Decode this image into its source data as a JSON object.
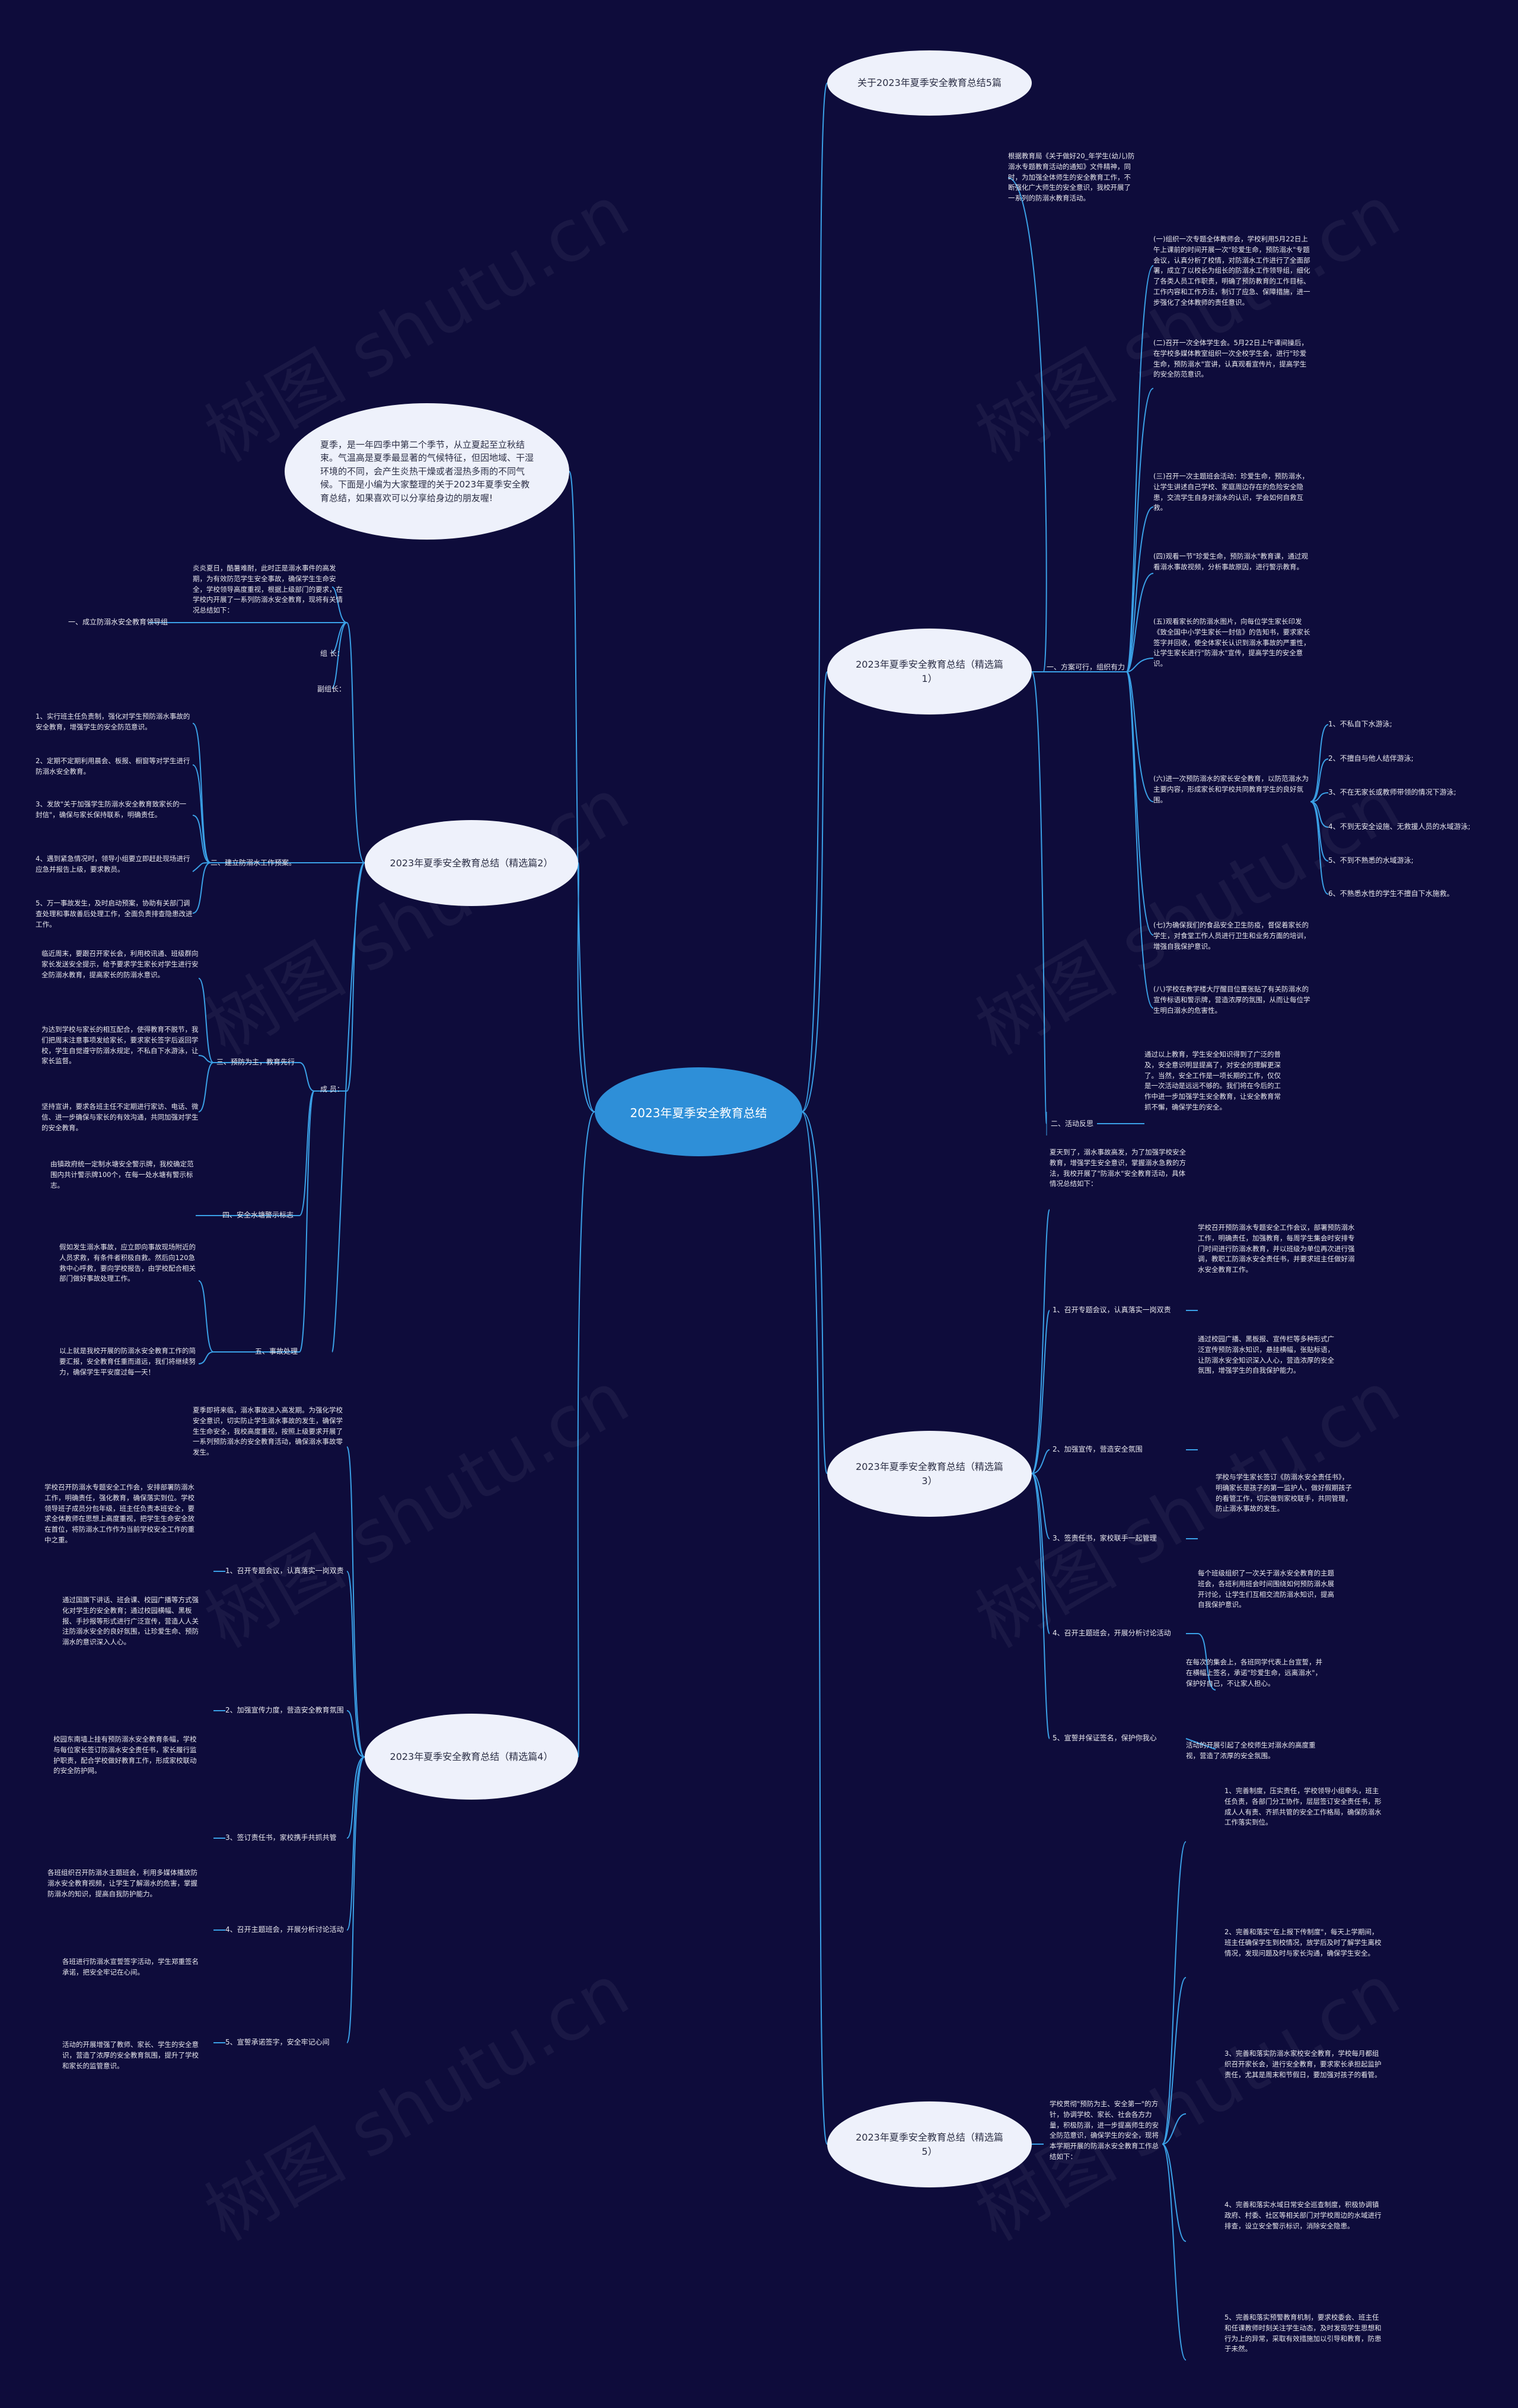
{
  "center": "2023年夏季安全教育总结",
  "intro": "夏季，是一年四季中第二个季节，从立夏起至立秋结束。气温高是夏季最显著的气候特征，但因地域、干湿环境的不同，会产生炎热干燥或者湿热多雨的不同气候。下面是小编为大家整理的关于2023年夏季安全教育总结，如果喜欢可以分享给身边的朋友喔!",
  "branches": {
    "b1": "关于2023年夏季安全教育总结5篇",
    "b2": "2023年夏季安全教育总结（精选篇1）",
    "b3": "2023年夏季安全教育总结（精选篇3）",
    "b4": "2023年夏季安全教育总结（精选篇5）",
    "b5": "2023年夏季安全教育总结（精选篇2）",
    "b6": "2023年夏季安全教育总结（精选篇4）"
  },
  "p1": {
    "intro": "根据教育局《关于做好20_年学生(幼儿)防溺水专题教育活动的通知》文件精神，同时，为加强全体师生的安全教育工作，不断强化广大师生的安全意识，我校开展了一系列的防溺水教育活动。",
    "sec1": "一、方案可行，组织有力",
    "sec2": "二、活动反思",
    "items": [
      "(一)组织一次专题全体教师会，学校利用5月22日上午上课前的时间开展一次\"珍爱生命，预防溺水\"专题会议，认真分析了校情，对防溺水工作进行了全面部署，成立了以校长为组长的防溺水工作领导组，细化了各类人员工作职责，明确了预防教育的工作目标、工作内容和工作方法，制订了应急、保障措施，进一步强化了全体教师的责任意识。",
      "(二)召开一次全体学生会。5月22日上午课间操后，在学校多媒体教室组织一次全校学生会，进行\"珍爱生命，预防溺水\"宣讲，认真观看宣传片，提高学生的安全防范意识。",
      "(三)召开一次主题班会活动：珍爱生命，预防溺水，让学生讲述自己学校、家庭周边存在的危险安全隐患，交流学生自身对溺水的认识，学会如何自救互救。",
      "(四)观看一节\"珍爱生命，预防溺水\"教育课，通过观看溺水事故视频，分析事故原因，进行警示教育。",
      "(五)观看家长的防溺水图片，向每位学生家长印发《致全国中小学生家长一封信》的告知书，要求家长签字并回收，使全体家长认识到溺水事故的严重性，让学生家长进行\"防溺水\"宣传，提高学生的安全意识。",
      "(六)进一次预防溺水的家长安全教育，以防范溺水为主要内容，形成家长和学校共同教育学生的良好氛围。",
      "(七)为确保我们的食品安全卫生防疫，督促着家长的学生，对食堂工作人员进行卫生和业务方面的培训，增强自我保护意识。",
      "(八)学校在教学楼大厅醒目位置张贴了有关防溺水的宣传标语和警示牌，营造浓厚的氛围，从而让每位学生明白溺水的危害性。"
    ],
    "sub": [
      "1、不私自下水游泳;",
      "2、不擅自与他人结伴游泳;",
      "3、不在无家长或教师带领的情况下游泳;",
      "4、不到无安全设施、无救援人员的水域游泳;",
      "5、不到不熟悉的水域游泳;",
      "6、不熟悉水性的学生不擅自下水施救。"
    ],
    "reflect": "通过以上教育，学生安全知识得到了广泛的普及，安全意识明显提高了，对安全的理解更深了。当然，安全工作是一项长期的工作，仅仅是一次活动是远远不够的。我们将在今后的工作中进一步加强学生安全教育，让安全教育常抓不懈，确保学生的安全。"
  },
  "p2": {
    "intro": "炎炎夏日，酷暑难耐，此时正是溺水事件的高发期，为有效防范学生安全事故，确保学生生命安全，学校领导高度重视，根据上级部门的要求，在学校内开展了一系列防溺水安全教育，现将有关情况总结如下：",
    "s1": "一、成立防溺水安全教育领导组",
    "leader": "组 长：",
    "deputy": "副组长：",
    "member": "成 员：",
    "s2": "二、建立防溺水工作预案。",
    "s3": "三、预防为主，教育先行",
    "s4": "四、安全水塘警示标志",
    "s5": "五、事故处理",
    "s2items": [
      "1、实行班主任负责制，强化对学生预防溺水事故的安全教育，增强学生的安全防范意识。",
      "2、定期不定期利用晨会、板报、橱窗等对学生进行防溺水安全教育。",
      "3、发放\"关于加强学生防溺水安全教育致家长的一封信\"，确保与家长保持联系，明确责任。",
      "4、遇到紧急情况时，领导小组要立即赶赴现场进行应急并报告上级，要求教员。",
      "5、万一事故发生，及时启动预案，协助有关部门调查处理和事故善后处理工作，全面负责排查隐患改进工作。"
    ],
    "s3items": [
      "临近周末，要跟召开家长会，利用校讯通、班级群向家长发送安全提示，给予要求学生家长对学生进行安全防溺水教育，提高家长的防溺水意识。",
      "为达到学校与家长的相互配合，使得教育不脱节，我们把周末注意事项发给家长，要求家长签字后返回学校，学生自觉遵守防溺水规定，不私自下水游泳，让家长监督。",
      "坚持宣讲，要求各班主任不定期进行家访、电话、微信、进一步确保与家长的有效沟通，共同加强对学生的安全教育。"
    ],
    "s4text": "由镇政府统一定制水塘安全警示牌，我校确定范围内共计警示牌100个，在每一处水塘有警示标志。",
    "s5items": [
      "假如发生溺水事故，应立即向事故现场附近的人员求救，有条件者积极自救。然后向120急救中心呼救，要向学校报告，由学校配合相关部门做好事故处理工作。",
      "以上就是我校开展的防溺水安全教育工作的简要汇报，安全教育任重而道远，我们将继续努力，确保学生平安度过每一天！"
    ]
  },
  "p3": {
    "intro": "夏天到了，溺水事故高发，为了加强学校安全教育，增强学生安全意识，掌握溺水急救的方法，我校开展了\"防溺水\"安全教育活动，具体情况总结如下：",
    "s1": "1、召开专题会议，认真落实一岗双责",
    "s2": "2、加强宣传，营造安全氛围",
    "s3": "3、签责任书，家校联手一起管理",
    "s4": "4、召开主题班会，开展分析讨论活动",
    "s5": "5、宣誓并保证签名，保护你我心",
    "t1": "学校召开预防溺水专题安全工作会议，部署预防溺水工作，明确责任，加强教育，每周学生集会时安排专门时间进行防溺水教育，并以班级为单位再次进行强调，教职工防溺水安全责任书，并要求班主任做好溺水安全教育工作。",
    "t2": "通过校园广播、黑板报、宣传栏等多种形式广泛宣传预防溺水知识，悬挂横幅，张贴标语，让防溺水安全知识深入人心，营造浓厚的安全氛围，增强学生的自我保护能力。",
    "t3": "学校与学生家长签订《防溺水安全责任书》，明确家长是孩子的第一监护人，做好假期孩子的看管工作，切实做到家校联手，共同管理，防止溺水事故的发生。",
    "t4": "每个班级组织了一次关于溺水安全教育的主题班会，各班利用班会时间围绕如何预防溺水展开讨论，让学生们互相交流防溺水知识，提高自我保护意识。",
    "t5": "在每次的集会上，各班同学代表上台宣誓，并在横幅上签名，承诺\"珍爱生命，远离溺水\"，保护好自己，不让家人担心。",
    "t6": "活动的开展引起了全校师生对溺水的高度重视，营造了浓厚的安全氛围。"
  },
  "p4": {
    "intro": "夏季即将来临，溺水事故进入高发期。为强化学校安全意识，切实防止学生溺水事故的发生，确保学生生命安全，我校高度重视，按照上级要求开展了一系列预防溺水的安全教育活动，确保溺水事故零发生。",
    "s1": "1、召开专题会议，认真落实一岗双责",
    "s2": "2、加强宣传力度，营造安全教育氛围",
    "s3": "3、签订责任书，家校携手共抓共管",
    "s4": "4、召开主题班会，开展分析讨论活动",
    "s5": "5、宣誓承诺签字，安全牢记心间",
    "t1": "学校召开防溺水专题安全工作会，安排部署防溺水工作，明确责任，强化教育，确保落实到位。学校领导班子成员分包年级，班主任负责本班安全，要求全体教师在思想上高度重视，把学生生命安全放在首位，将防溺水工作作为当前学校安全工作的重中之重。",
    "t2": "通过国旗下讲话、班会课、校园广播等方式强化对学生的安全教育；通过校园横幅、黑板报、手抄报等形式进行广泛宣传，营造人人关注防溺水安全的良好氛围，让珍爱生命、预防溺水的意识深入人心。",
    "t3": "校园东南墙上挂有预防溺水安全教育条幅，学校与每位家长签订防溺水安全责任书，家长履行监护职责，配合学校做好教育工作，形成家校联动的安全防护网。",
    "t4": "各班组织召开防溺水主题班会，利用多媒体播放防溺水安全教育视频，让学生了解溺水的危害，掌握防溺水的知识，提高自我防护能力。",
    "t5": "各班进行防溺水宣誓签字活动，学生郑重签名承诺，把安全牢记在心间。",
    "t6": "活动的开展增强了教师、家长、学生的安全意识，营造了浓厚的安全教育氛围，提升了学校和家长的监管意识。"
  },
  "p5": {
    "intro": "学校贯彻\"预防为主、安全第一\"的方针，协调学校、家长、社会各方力量，积极防溺，进一步提高师生的安全防范意识，确保学生的安全，现将本学期开展的防溺水安全教育工作总结如下：",
    "items": [
      "1、完善制度，压实责任，学校领导小组牵头，班主任负责，各部门分工协作，层层签订安全责任书，形成人人有责、齐抓共管的安全工作格局，确保防溺水工作落实到位。",
      "2、完善和落实\"在上报下传制度\"，每天上学期间，班主任确保学生到校情况，放学后及时了解学生离校情况，发现问题及时与家长沟通，确保学生安全。",
      "3、完善和落实防溺水家校安全教育，学校每月都组织召开家长会，进行安全教育，要求家长承担起监护责任，尤其是周末和节假日，要加强对孩子的看管。",
      "4、完善和落实水域日常安全巡查制度，积极协调镇政府、村委、社区等相关部门对学校周边的水域进行排查，设立安全警示标识，消除安全隐患。",
      "5、完善和落实预警教育机制，要求校委会、班主任和任课教师时刻关注学生动态，及时发现学生思想和行为上的异常，采取有效措施加以引导和教育，防患于未然。"
    ]
  }
}
